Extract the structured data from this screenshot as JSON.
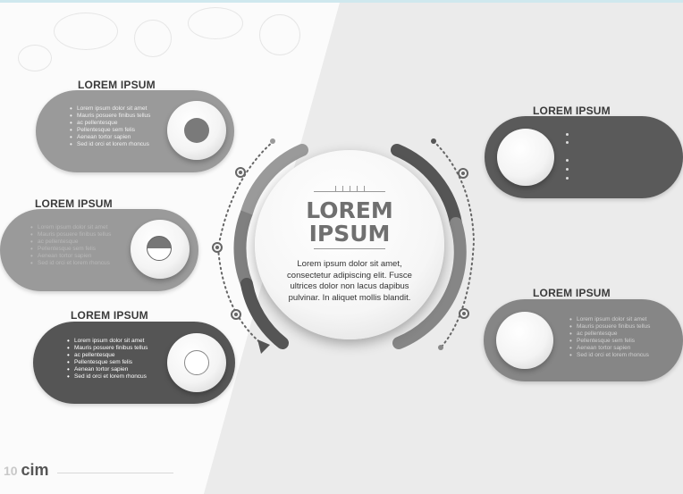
{
  "colors": {
    "dark": "#555555",
    "mid": "#808080",
    "light": "#9a9a9a",
    "background": "#f2f2f2"
  },
  "center": {
    "heading_line1": "LOREM",
    "heading_line2": "IPSUM",
    "body": "Lorem ipsum dolor sit amet, consectetur adipiscing elit. Fusce ultrices dolor non lacus dapibus pulvinar. In aliquet mollis blandit."
  },
  "items": {
    "left1": {
      "title": "LOREM IPSUM",
      "bullets": [
        "Lorem ipsum dolor sit amet",
        "Mauris posuere finibus tellus",
        "ac pellentesque",
        "Pellentesque sem felis",
        "Aenean tortor sapien",
        "Sed id orci et lorem rhoncus"
      ]
    },
    "left2": {
      "title": "LOREM IPSUM",
      "bullets": [
        "Lorem ipsum dolor sit amet",
        "Mauris posuere finibus tellus",
        "ac pellentesque",
        "Pellentesque sem felis",
        "Aenean tortor sapien",
        "Sed id orci et lorem rhoncus"
      ]
    },
    "left3": {
      "title": "LOREM IPSUM",
      "bullets": [
        "Lorem ipsum dolor sit amet",
        "Mauris posuere finibus tellus",
        "ac pellentesque",
        "Pellentesque sem felis",
        "Aenean tortor sapien",
        "Sed id orci et lorem rhoncus"
      ]
    },
    "right1": {
      "title": "LOREM IPSUM"
    },
    "right2": {
      "title": "LOREM IPSUM",
      "bullets": [
        "Lorem ipsum dolor sit amet",
        "Mauris posuere finibus tellus",
        "ac pellentesque",
        "Pellentesque sem felis",
        "Aenean tortor sapien",
        "Sed id orci et lorem rhoncus"
      ]
    }
  },
  "logo": {
    "prefix": "10",
    "name": "cim"
  }
}
